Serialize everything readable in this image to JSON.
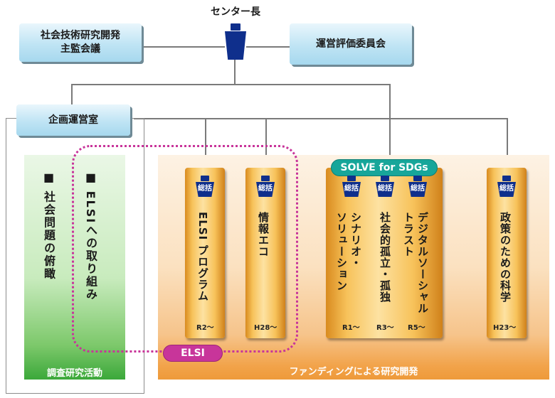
{
  "center_head": {
    "label": "センター長"
  },
  "council": {
    "line1": "社会技術研究開発",
    "line2": "主監会議"
  },
  "evaluation": {
    "label": "運営評価委員会"
  },
  "planning": {
    "label": "企画運営室"
  },
  "research": {
    "footer": "調査研究活動",
    "item1": "■ 社会問題の俯瞰",
    "item2": "■ ELSIへの取り組み"
  },
  "funding": {
    "footer": "ファンディングによる研究開発",
    "solve_label": "SOLVE for SDGs",
    "elsi_tag": "ELSI",
    "badge": "総括",
    "programs": [
      {
        "title": "ELSI プログラム",
        "year": "R2～"
      },
      {
        "title": "情報エコ",
        "year": "H28～"
      },
      {
        "title": "シナリオ・\nソリューション",
        "year": "R1～"
      },
      {
        "title": "社会的孤立・孤独",
        "year": "R3～"
      },
      {
        "title": "デジタルソーシャル\nトラスト",
        "year": "R5～"
      },
      {
        "title": "政策のための科学",
        "year": "H23～"
      }
    ]
  },
  "colors": {
    "navy": "#0f2f8c",
    "teal": "#17a69a",
    "magenta": "#c8359a",
    "dotted": "#c8359a"
  }
}
